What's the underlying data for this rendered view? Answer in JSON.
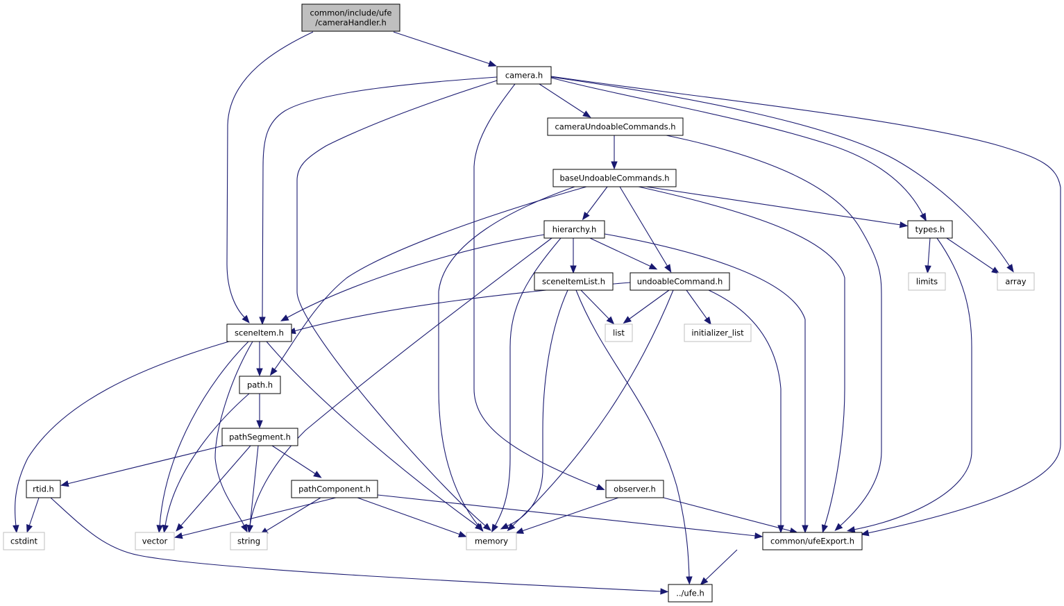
{
  "diagram": {
    "title": "Include dependency graph for cameraHandler.h",
    "colors": {
      "edge": "#191970",
      "root_fill": "#bfbfbf",
      "node_border": "#000000",
      "external_border": "#bfbfbf",
      "background": "#ffffff"
    },
    "nodes": [
      {
        "id": "cameraHandler",
        "label_lines": [
          "common/include/ufe",
          "/cameraHandler.h"
        ],
        "kind": "root"
      },
      {
        "id": "camera",
        "label_lines": [
          "camera.h"
        ],
        "kind": "header"
      },
      {
        "id": "cameraUndoableCommands",
        "label_lines": [
          "cameraUndoableCommands.h"
        ],
        "kind": "header"
      },
      {
        "id": "baseUndoableCommands",
        "label_lines": [
          "baseUndoableCommands.h"
        ],
        "kind": "header"
      },
      {
        "id": "hierarchy",
        "label_lines": [
          "hierarchy.h"
        ],
        "kind": "header"
      },
      {
        "id": "types",
        "label_lines": [
          "types.h"
        ],
        "kind": "header"
      },
      {
        "id": "limits",
        "label_lines": [
          "limits"
        ],
        "kind": "external"
      },
      {
        "id": "array",
        "label_lines": [
          "array"
        ],
        "kind": "external"
      },
      {
        "id": "sceneItemList",
        "label_lines": [
          "sceneItemList.h"
        ],
        "kind": "header"
      },
      {
        "id": "undoableCommand",
        "label_lines": [
          "undoableCommand.h"
        ],
        "kind": "header"
      },
      {
        "id": "list",
        "label_lines": [
          "list"
        ],
        "kind": "external"
      },
      {
        "id": "initializer_list",
        "label_lines": [
          "initializer_list"
        ],
        "kind": "external"
      },
      {
        "id": "sceneItem",
        "label_lines": [
          "sceneItem.h"
        ],
        "kind": "header"
      },
      {
        "id": "path",
        "label_lines": [
          "path.h"
        ],
        "kind": "header"
      },
      {
        "id": "pathSegment",
        "label_lines": [
          "pathSegment.h"
        ],
        "kind": "header"
      },
      {
        "id": "rtid",
        "label_lines": [
          "rtid.h"
        ],
        "kind": "header"
      },
      {
        "id": "pathComponent",
        "label_lines": [
          "pathComponent.h"
        ],
        "kind": "header"
      },
      {
        "id": "observer",
        "label_lines": [
          "observer.h"
        ],
        "kind": "header"
      },
      {
        "id": "cstdint",
        "label_lines": [
          "cstdint"
        ],
        "kind": "external"
      },
      {
        "id": "vector",
        "label_lines": [
          "vector"
        ],
        "kind": "external"
      },
      {
        "id": "string",
        "label_lines": [
          "string"
        ],
        "kind": "external"
      },
      {
        "id": "memory",
        "label_lines": [
          "memory"
        ],
        "kind": "external"
      },
      {
        "id": "ufeExport",
        "label_lines": [
          "common/ufeExport.h"
        ],
        "kind": "header"
      },
      {
        "id": "ufe",
        "label_lines": [
          "../ufe.h"
        ],
        "kind": "header"
      }
    ],
    "edges": [
      {
        "from": "cameraHandler",
        "to": "sceneItem"
      },
      {
        "from": "cameraHandler",
        "to": "camera"
      },
      {
        "from": "camera",
        "to": "sceneItem"
      },
      {
        "from": "camera",
        "to": "memory"
      },
      {
        "from": "camera",
        "to": "observer"
      },
      {
        "from": "camera",
        "to": "cameraUndoableCommands"
      },
      {
        "from": "camera",
        "to": "types"
      },
      {
        "from": "camera",
        "to": "array"
      },
      {
        "from": "camera",
        "to": "ufeExport"
      },
      {
        "from": "cameraUndoableCommands",
        "to": "baseUndoableCommands"
      },
      {
        "from": "cameraUndoableCommands",
        "to": "ufeExport"
      },
      {
        "from": "baseUndoableCommands",
        "to": "hierarchy"
      },
      {
        "from": "baseUndoableCommands",
        "to": "undoableCommand"
      },
      {
        "from": "baseUndoableCommands",
        "to": "path"
      },
      {
        "from": "baseUndoableCommands",
        "to": "memory"
      },
      {
        "from": "baseUndoableCommands",
        "to": "types"
      },
      {
        "from": "baseUndoableCommands",
        "to": "ufeExport"
      },
      {
        "from": "hierarchy",
        "to": "sceneItem"
      },
      {
        "from": "hierarchy",
        "to": "sceneItemList"
      },
      {
        "from": "hierarchy",
        "to": "undoableCommand"
      },
      {
        "from": "hierarchy",
        "to": "string"
      },
      {
        "from": "hierarchy",
        "to": "memory"
      },
      {
        "from": "hierarchy",
        "to": "ufeExport"
      },
      {
        "from": "types",
        "to": "limits"
      },
      {
        "from": "types",
        "to": "array"
      },
      {
        "from": "types",
        "to": "ufeExport"
      },
      {
        "from": "sceneItemList",
        "to": "list"
      },
      {
        "from": "sceneItemList",
        "to": "memory"
      },
      {
        "from": "sceneItemList",
        "to": "ufe"
      },
      {
        "from": "undoableCommand",
        "to": "sceneItem"
      },
      {
        "from": "undoableCommand",
        "to": "list"
      },
      {
        "from": "undoableCommand",
        "to": "initializer_list"
      },
      {
        "from": "undoableCommand",
        "to": "memory"
      },
      {
        "from": "undoableCommand",
        "to": "ufeExport"
      },
      {
        "from": "sceneItem",
        "to": "path"
      },
      {
        "from": "sceneItem",
        "to": "cstdint"
      },
      {
        "from": "sceneItem",
        "to": "vector"
      },
      {
        "from": "sceneItem",
        "to": "string"
      },
      {
        "from": "sceneItem",
        "to": "memory"
      },
      {
        "from": "path",
        "to": "pathSegment"
      },
      {
        "from": "path",
        "to": "vector"
      },
      {
        "from": "pathSegment",
        "to": "rtid"
      },
      {
        "from": "pathSegment",
        "to": "pathComponent"
      },
      {
        "from": "pathSegment",
        "to": "vector"
      },
      {
        "from": "pathSegment",
        "to": "string"
      },
      {
        "from": "rtid",
        "to": "cstdint"
      },
      {
        "from": "rtid",
        "to": "ufe"
      },
      {
        "from": "pathComponent",
        "to": "vector"
      },
      {
        "from": "pathComponent",
        "to": "string"
      },
      {
        "from": "pathComponent",
        "to": "memory"
      },
      {
        "from": "pathComponent",
        "to": "ufeExport"
      },
      {
        "from": "observer",
        "to": "memory"
      },
      {
        "from": "observer",
        "to": "ufeExport"
      },
      {
        "from": "ufeExport",
        "to": "ufe"
      }
    ]
  }
}
